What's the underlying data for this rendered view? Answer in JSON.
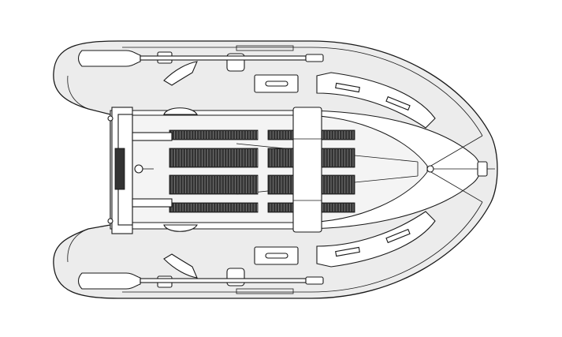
{
  "figure": {
    "subject": "inflatable-dinghy-top-view",
    "colors": {
      "line": "#1a1a1a",
      "tube": "#ececec",
      "deck": "#f4f4f4",
      "grip": "#333333"
    },
    "tube_labels_visible": false,
    "grip_pads": 8,
    "oars": 2
  }
}
